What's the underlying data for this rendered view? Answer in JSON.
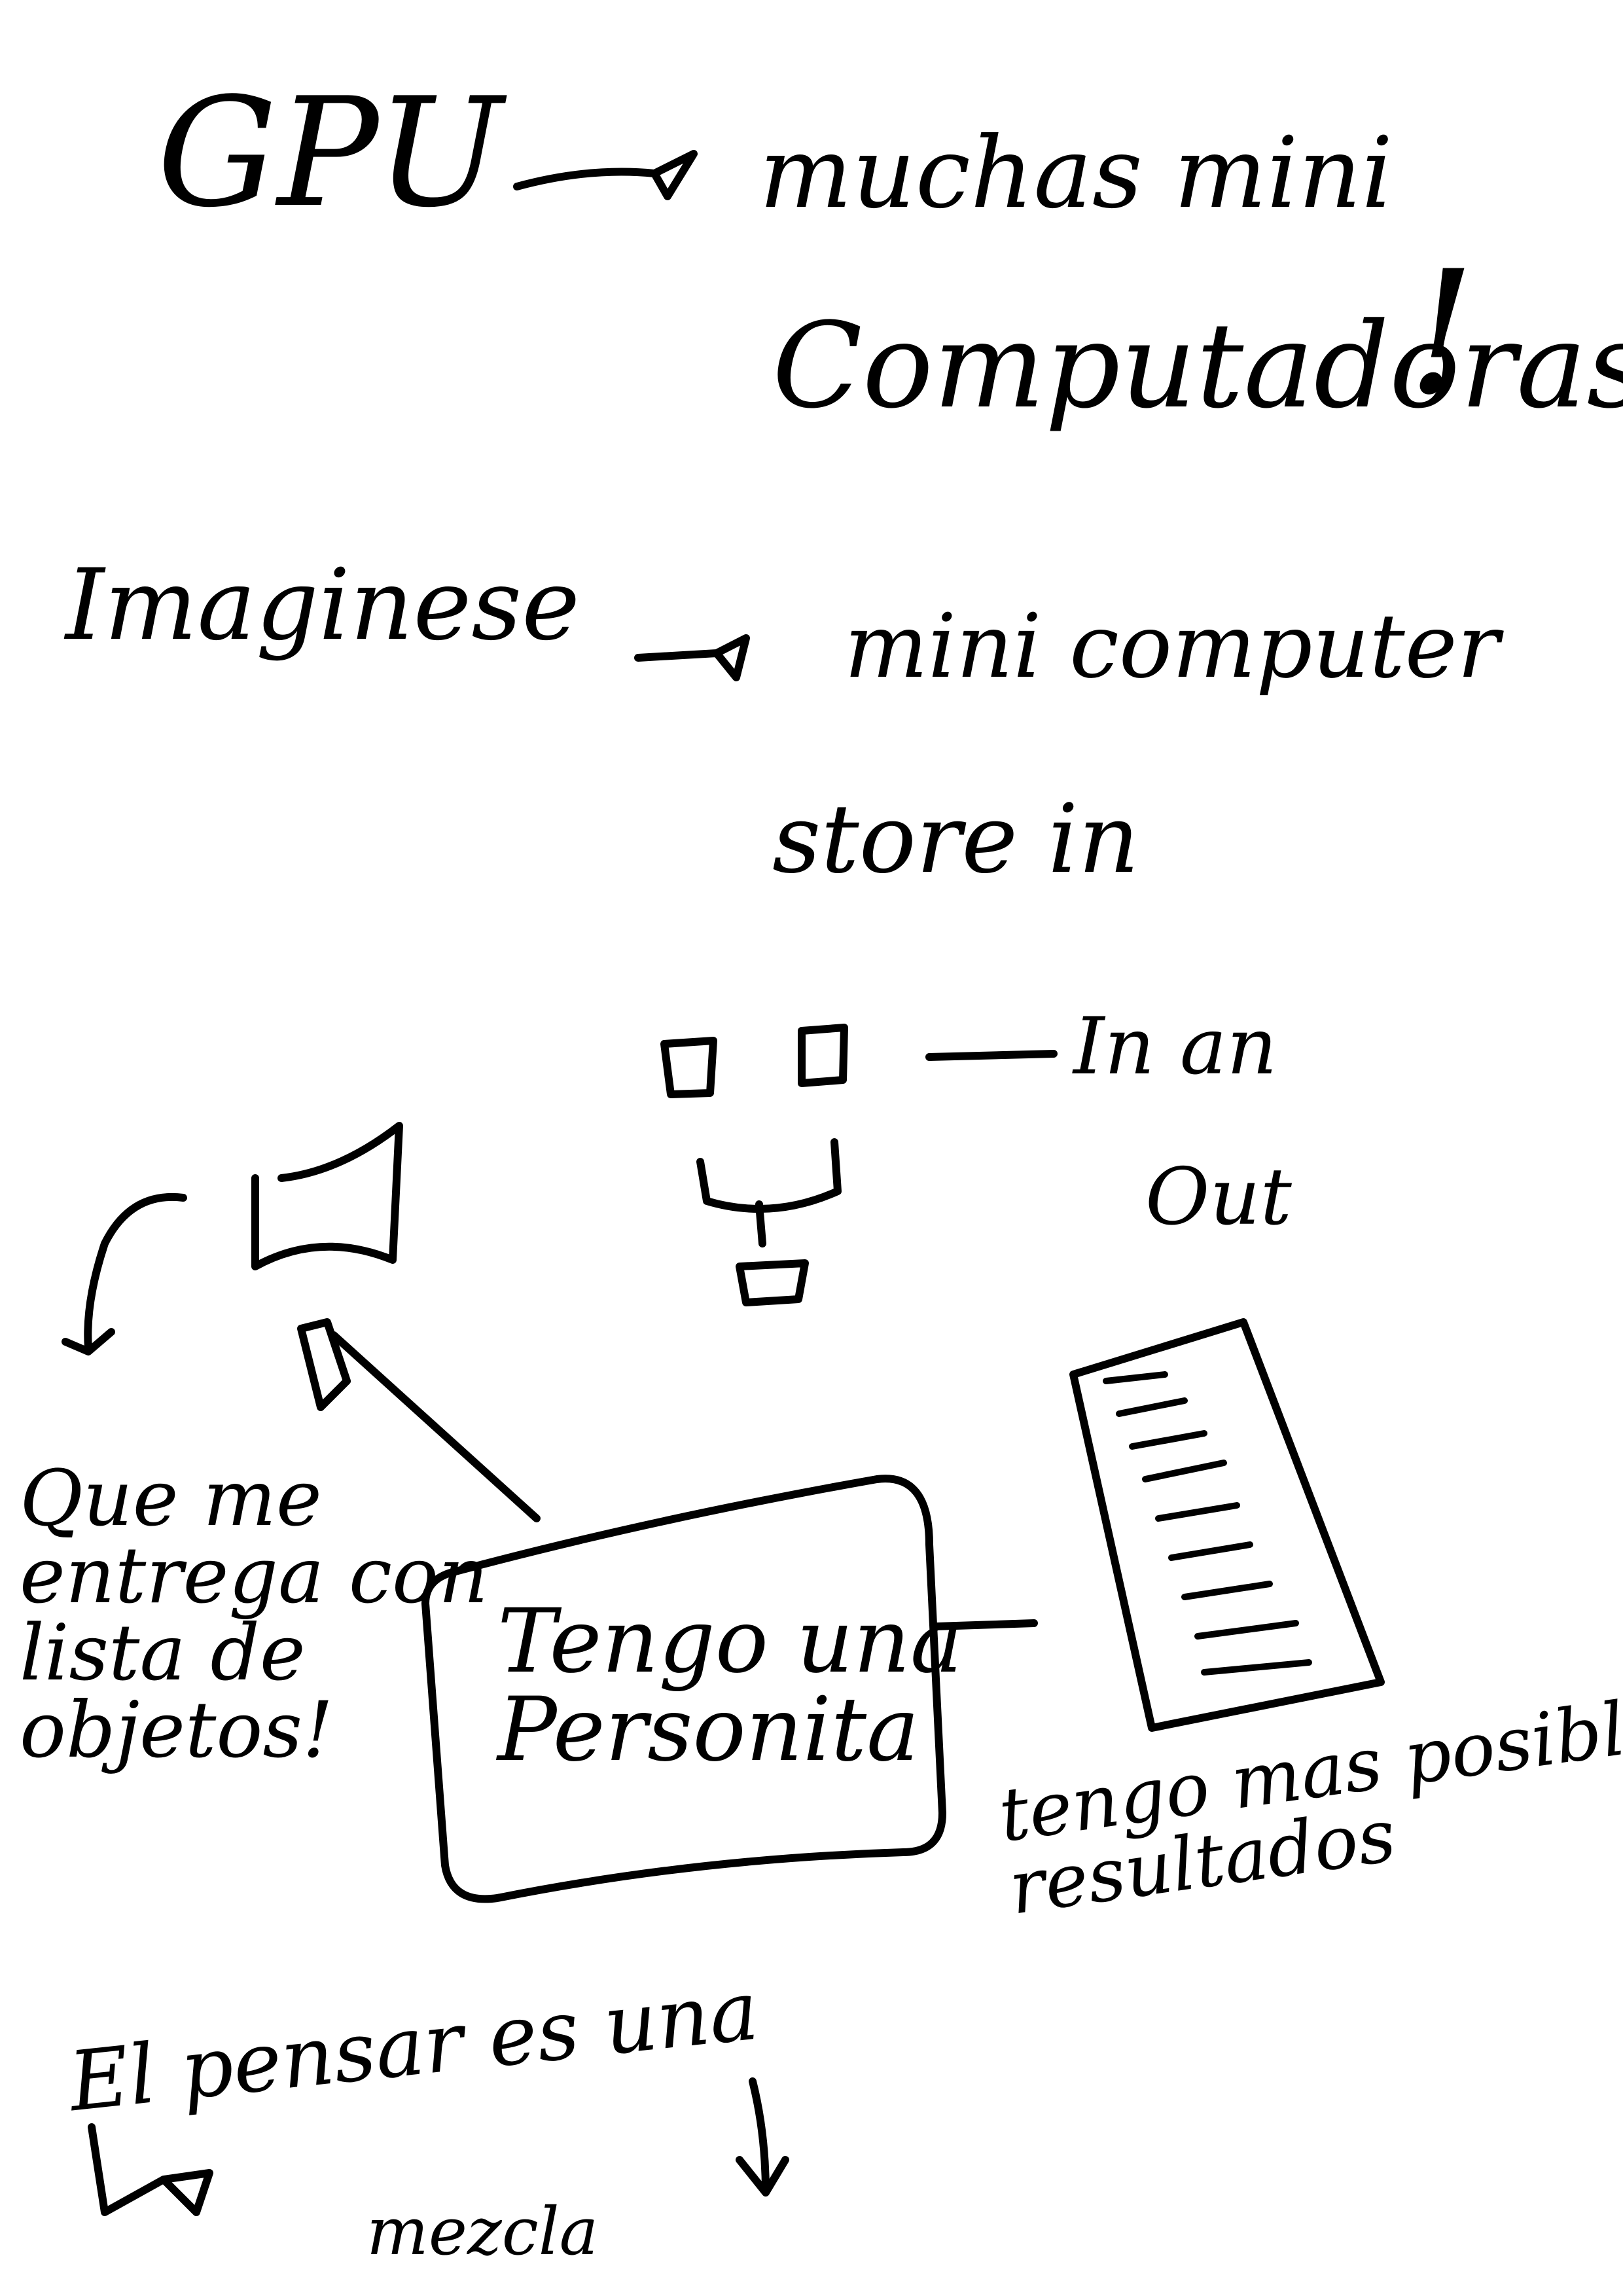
{
  "notes": {
    "gpu": "GPU",
    "muchas_mini": "muchas mini",
    "computadoras": "Computadoras",
    "exclamation": "!",
    "imaginese": "Imaginese",
    "mini_computer": "mini computer",
    "store_in": "store in",
    "in_an": "In an",
    "out": "Out",
    "que_me_entrega": [
      "Que me",
      "entrega con",
      "lista de",
      "objetos!"
    ],
    "box_text": [
      "Tengo una",
      "Personita"
    ],
    "tengo_posibles": [
      "tengo mas posibles",
      "resultados"
    ],
    "el_pensar": "El pensar es una",
    "mezcla": "mezcla"
  }
}
